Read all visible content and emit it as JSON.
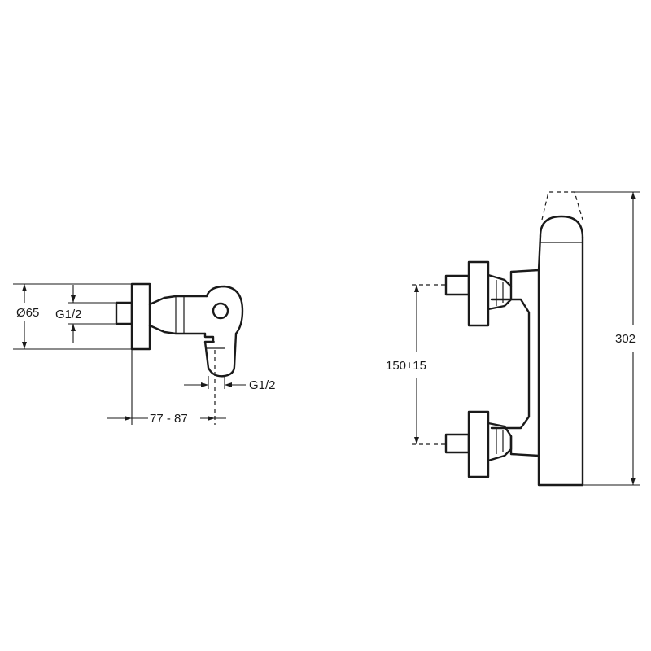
{
  "labels": {
    "diameter": "Ø65",
    "inlet_thread": "G1/2",
    "outlet_thread": "G1/2",
    "projection": "77 - 87",
    "centers": "150±15",
    "height": "302"
  },
  "colors": {
    "line": "#1a1a1a",
    "background": "#ffffff"
  }
}
